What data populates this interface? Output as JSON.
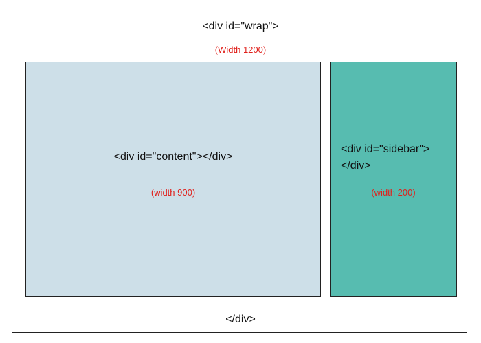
{
  "wrap": {
    "open_tag": "<div id=\"wrap\">",
    "width_note": "(Width 1200)",
    "close_tag": "</div>"
  },
  "content": {
    "tag": "<div id=\"content\"></div>",
    "width_note": "(width 900)",
    "fill_color": "#cddfe8"
  },
  "sidebar": {
    "tag_line_1": "<div id=\"sidebar\">",
    "tag_line_2": "</div>",
    "width_note": "(width 200)",
    "fill_color": "#57bcb0"
  },
  "colors": {
    "note_text": "#e0201b",
    "code_text": "#111111",
    "border": "#222222"
  }
}
